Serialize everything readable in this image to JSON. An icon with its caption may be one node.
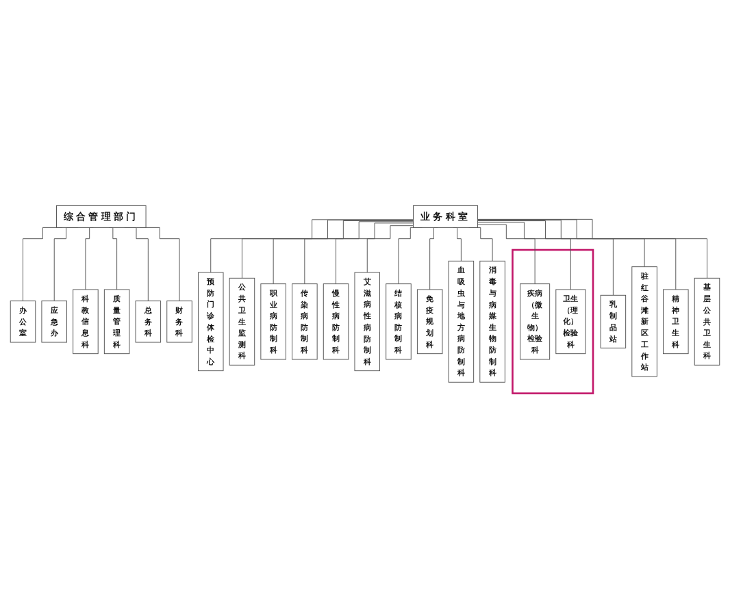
{
  "diagram": {
    "nodes": [
      {
        "text": [
          "综合管理部门"
        ]
      },
      {
        "text": [
          "办公室"
        ]
      },
      {
        "text": [
          "应急办"
        ]
      },
      {
        "text": [
          "科教信息科"
        ]
      },
      {
        "text": [
          "质量管理科"
        ]
      },
      {
        "text": [
          "总务科"
        ]
      },
      {
        "text": [
          "财务科"
        ]
      },
      {
        "text": [
          "业务科室"
        ]
      },
      {
        "text": [
          "预防门诊体检中心"
        ]
      },
      {
        "text": [
          "公共卫生监测科"
        ]
      },
      {
        "text": [
          "职业病防制科"
        ]
      },
      {
        "text": [
          "传染病防制科"
        ]
      },
      {
        "text": [
          "慢性病防制科"
        ]
      },
      {
        "text": [
          "艾滋病性病防制科"
        ]
      },
      {
        "text": [
          "结核病防制科"
        ]
      },
      {
        "text": [
          "免疫规划科"
        ]
      },
      {
        "text": [
          "血吸虫与地方病防制科"
        ]
      },
      {
        "text": [
          "消毒与病媒生物防制科"
        ]
      },
      {
        "text": [],
        "shape": "box"
      },
      {
        "text": [
          "疾病（微生物）检验科"
        ],
        "in": 18
      },
      {
        "text": [
          "卫生（理化）检验科"
        ],
        "in": 18
      },
      {
        "text": [
          "乳制品站"
        ]
      },
      {
        "text": [
          "驻红谷滩新区工作站"
        ]
      },
      {
        "text": [
          "精神卫生科"
        ]
      },
      {
        "text": [
          "基层公共卫生科"
        ]
      }
    ],
    "edges": [
      {
        "from": 0,
        "to": 1,
        "arrow": "none"
      },
      {
        "from": 0,
        "to": 2,
        "arrow": "none"
      },
      {
        "from": 0,
        "to": 3,
        "arrow": "none"
      },
      {
        "from": 0,
        "to": 4,
        "arrow": "none"
      },
      {
        "from": 0,
        "to": 5,
        "arrow": "none"
      },
      {
        "from": 0,
        "to": 6,
        "arrow": "none"
      },
      {
        "from": 7,
        "to": 8,
        "arrow": "none"
      },
      {
        "from": 7,
        "to": 9,
        "arrow": "none"
      },
      {
        "from": 7,
        "to": 10,
        "arrow": "none"
      },
      {
        "from": 7,
        "to": 11,
        "arrow": "none"
      },
      {
        "from": 7,
        "to": 12,
        "arrow": "none"
      },
      {
        "from": 7,
        "to": 13,
        "arrow": "none"
      },
      {
        "from": 7,
        "to": 14,
        "arrow": "none"
      },
      {
        "from": 7,
        "to": 15,
        "arrow": "none"
      },
      {
        "from": 7,
        "to": 16,
        "arrow": "none"
      },
      {
        "from": 7,
        "to": 17,
        "arrow": "none"
      },
      {
        "from": 7,
        "to": 19,
        "arrow": "none"
      },
      {
        "from": 7,
        "to": 20,
        "arrow": "none"
      },
      {
        "from": 7,
        "to": 21,
        "arrow": "none"
      },
      {
        "from": 7,
        "to": 22,
        "arrow": "none"
      },
      {
        "from": 7,
        "to": 23,
        "arrow": "none"
      },
      {
        "from": 7,
        "to": 24,
        "arrow": "none"
      }
    ]
  }
}
